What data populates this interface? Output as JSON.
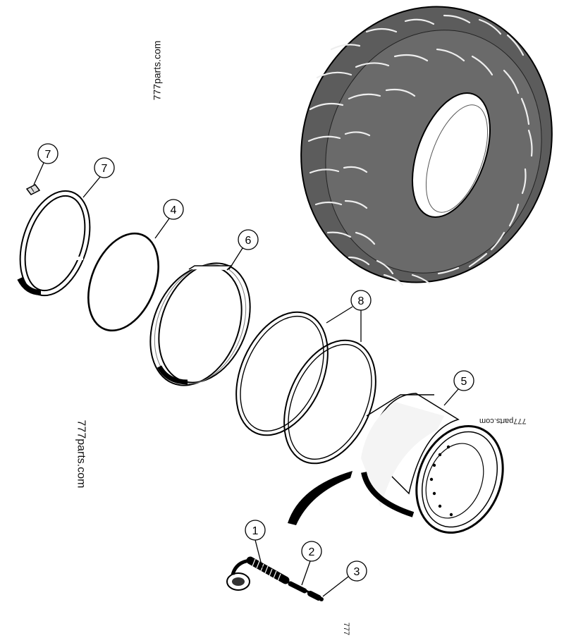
{
  "watermarks": {
    "top": "777parts.com",
    "left": "777parts.com",
    "right": "777parts.com",
    "bottom": "777"
  },
  "callouts": {
    "c7a": "7",
    "c7b": "7",
    "c4": "4",
    "c6": "6",
    "c8": "8",
    "c5": "5",
    "c1": "1",
    "c2": "2",
    "c3": "3"
  }
}
